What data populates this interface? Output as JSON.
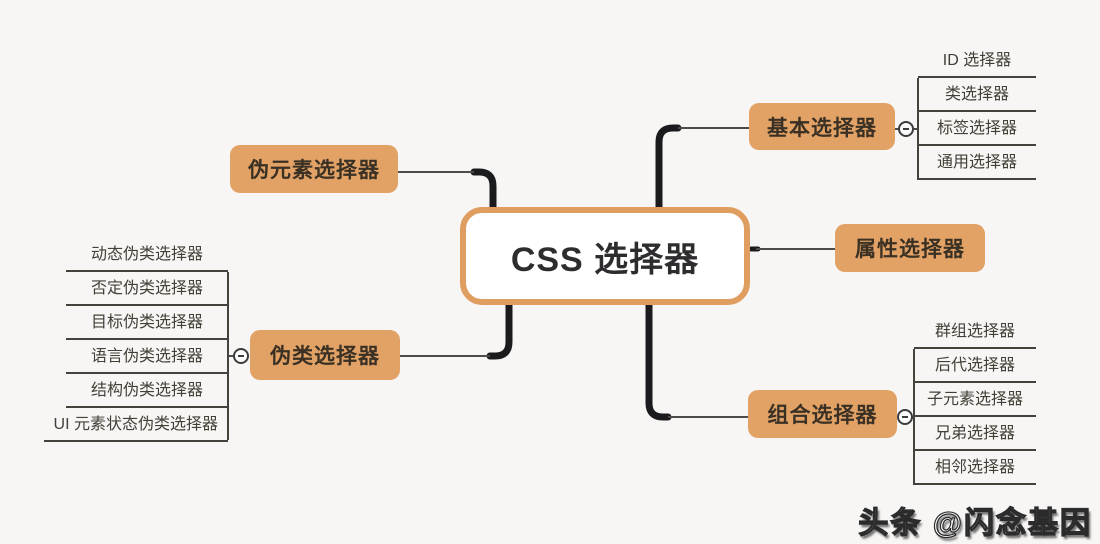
{
  "root": {
    "label": "CSS 选择器"
  },
  "branches": [
    {
      "id": "pseudo-element",
      "label": "伪元素选择器",
      "children": []
    },
    {
      "id": "basic",
      "label": "基本选择器",
      "children": [
        "ID 选择器",
        "类选择器",
        "标签选择器",
        "通用选择器"
      ]
    },
    {
      "id": "attribute",
      "label": "属性选择器",
      "children": []
    },
    {
      "id": "pseudo-class",
      "label": "伪类选择器",
      "children": [
        "动态伪类选择器",
        "否定伪类选择器",
        "目标伪类选择器",
        "语言伪类选择器",
        "结构伪类选择器",
        "UI 元素状态伪类选择器"
      ]
    },
    {
      "id": "combination",
      "label": "组合选择器",
      "children": [
        "群组选择器",
        "后代选择器",
        "子元素选择器",
        "兄弟选择器",
        "相邻选择器"
      ]
    }
  ],
  "watermark": "头条 @闪念基因",
  "colors": {
    "background": "#f8f6f5",
    "node_fill": "#e2a266",
    "root_border": "#df9e60",
    "thick_line": "#1b1b1d",
    "thin_line": "#4e4a45",
    "underline": "#45413b",
    "node_text": "#3a3024",
    "child_text": "#444038"
  }
}
